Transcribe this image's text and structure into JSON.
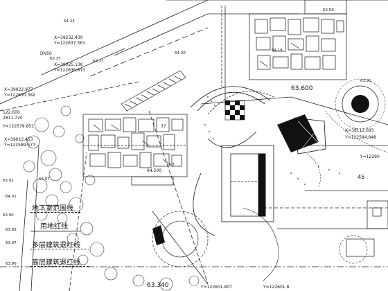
{
  "drawing": {
    "labels_top": [
      "X=39232.430",
      "Y=122637.561",
      "X=39025.138",
      "Y=122636.813",
      "DN50"
    ],
    "labels_left": [
      "X=39022.977",
      "Y=122630.382",
      "122.600",
      "2811.720",
      "X=39012.453",
      "Y=122589.577",
      "Y=122579.851"
    ],
    "labels_right": [
      "X=38112.693",
      "Y=122584.848",
      "Y=12290"
    ],
    "labels_bottom": [
      "Y=122601.807",
      "Y=122601.8"
    ],
    "elevations": [
      "64.23",
      "63.37",
      "63.27",
      "64.20",
      "64.01",
      "64.07",
      "63.91",
      "63.93",
      "63.97",
      "63.96",
      "63.90",
      "63.340",
      "63.600",
      "64.500",
      "63.59",
      "63.91",
      "64.18"
    ],
    "spot_numbers": [
      "57",
      "37",
      "45"
    ],
    "legend": [
      {
        "label": "地下室范围线"
      },
      {
        "label": "用地红线"
      },
      {
        "label": "多层建筑退红线"
      },
      {
        "label": "高层建筑退红线"
      }
    ]
  }
}
